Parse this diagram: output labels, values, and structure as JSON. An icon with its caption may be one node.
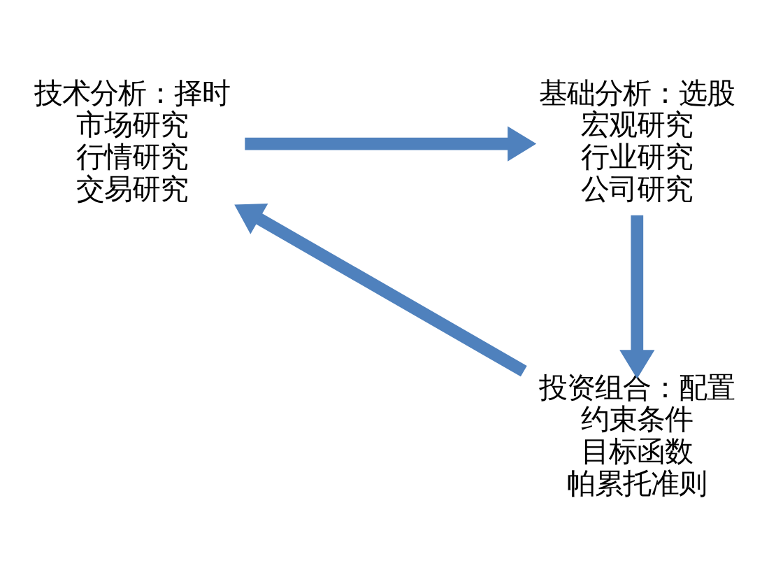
{
  "diagram": {
    "nodes": [
      {
        "text": [
          "技术分析：择时",
          "市场研究",
          "行情研究",
          "交易研究"
        ]
      },
      {
        "text": [
          "基础分析：选股",
          "宏观研究",
          "行业研究",
          "公司研究"
        ]
      },
      {
        "text": [
          "投资组合：配置",
          "约束条件",
          "目标函数",
          "帕累托准则"
        ]
      }
    ],
    "edges": [
      {
        "from": 0,
        "to": 1,
        "arrow": "to"
      },
      {
        "from": 1,
        "to": 2,
        "arrow": "to"
      },
      {
        "from": 2,
        "to": 0,
        "arrow": "to"
      }
    ]
  }
}
